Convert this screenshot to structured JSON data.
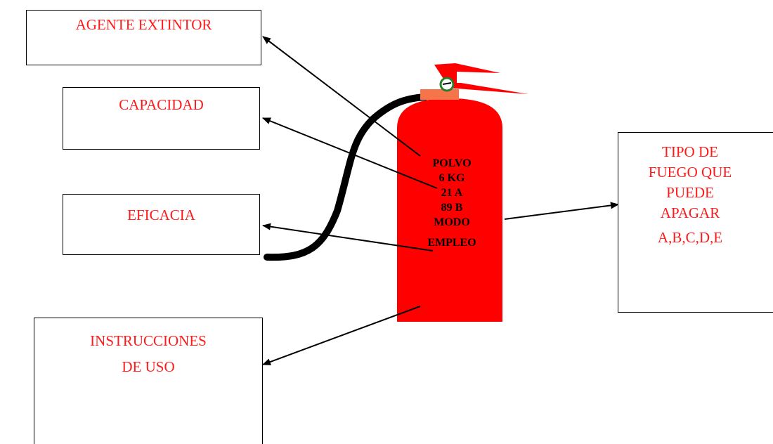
{
  "labels": {
    "agente": "AGENTE EXTINTOR",
    "capacidad": "CAPACIDAD",
    "eficacia": "EFICACIA",
    "instrucciones": "INSTRUCCIONES\nDE USO",
    "tipo": "TIPO DE\nFUEGO QUE\nPUEDE\nAPAGAR",
    "clases": "A,B,C,D,E"
  },
  "extintor": {
    "agente": "POLVO",
    "capacidad": "6 KG",
    "eficacia_a": "21 A",
    "eficacia_b": "89 B",
    "modo": "MODO",
    "empleo": "EMPLEO"
  },
  "colors": {
    "label_text": "#ff1a1a",
    "extinguisher_red": "#ff0000",
    "valve_orange": "#f5744a",
    "hose": "#000000",
    "arrows": "#000000"
  },
  "icons": [
    "fire-extinguisher-icon",
    "pressure-gauge-icon",
    "arrow-icon"
  ]
}
